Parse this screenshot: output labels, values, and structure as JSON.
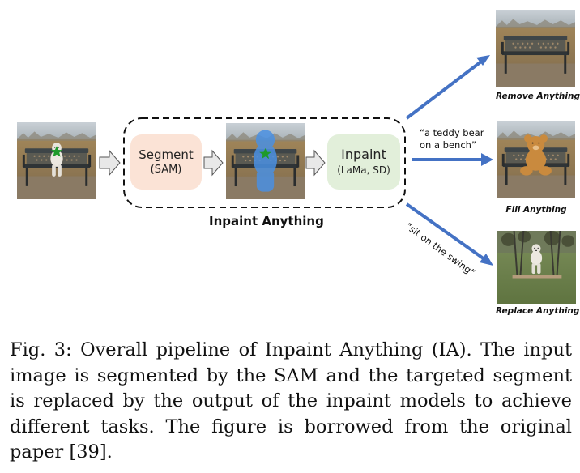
{
  "figure": {
    "input_image": {
      "description": "dog-sitting-on-bench",
      "marker": "green-star-point-prompt"
    },
    "segment_box": {
      "title": "Segment",
      "subtitle": "(SAM)",
      "color": "#fbe3d6"
    },
    "mask_image": {
      "description": "dog-on-bench-with-blue-mask",
      "mask_color": "#4a90e2",
      "marker": "green-star-point-prompt"
    },
    "inpaint_box": {
      "title": "Inpaint",
      "subtitle": "(LaMa, SD)",
      "color": "#e2efda"
    },
    "pipeline_label": "Inpaint Anything",
    "arrow_color": "#4472c4",
    "outputs": [
      {
        "label": "Remove Anything",
        "prompt": "",
        "description": "empty-bench"
      },
      {
        "label": "Fill Anything",
        "prompt_line1": "“a teddy bear",
        "prompt_line2": "on a bench”",
        "description": "teddy-bear-on-bench"
      },
      {
        "label": "Replace Anything",
        "prompt": "“sit on the swing”",
        "description": "dog-on-swing"
      }
    ]
  },
  "caption": "Fig. 3: Overall pipeline of Inpaint Anything (IA). The input image is segmented by the SAM and the targeted segment is replaced by the output of the inpaint models to achieve different tasks. The figure is borrowed from the original paper [39]."
}
